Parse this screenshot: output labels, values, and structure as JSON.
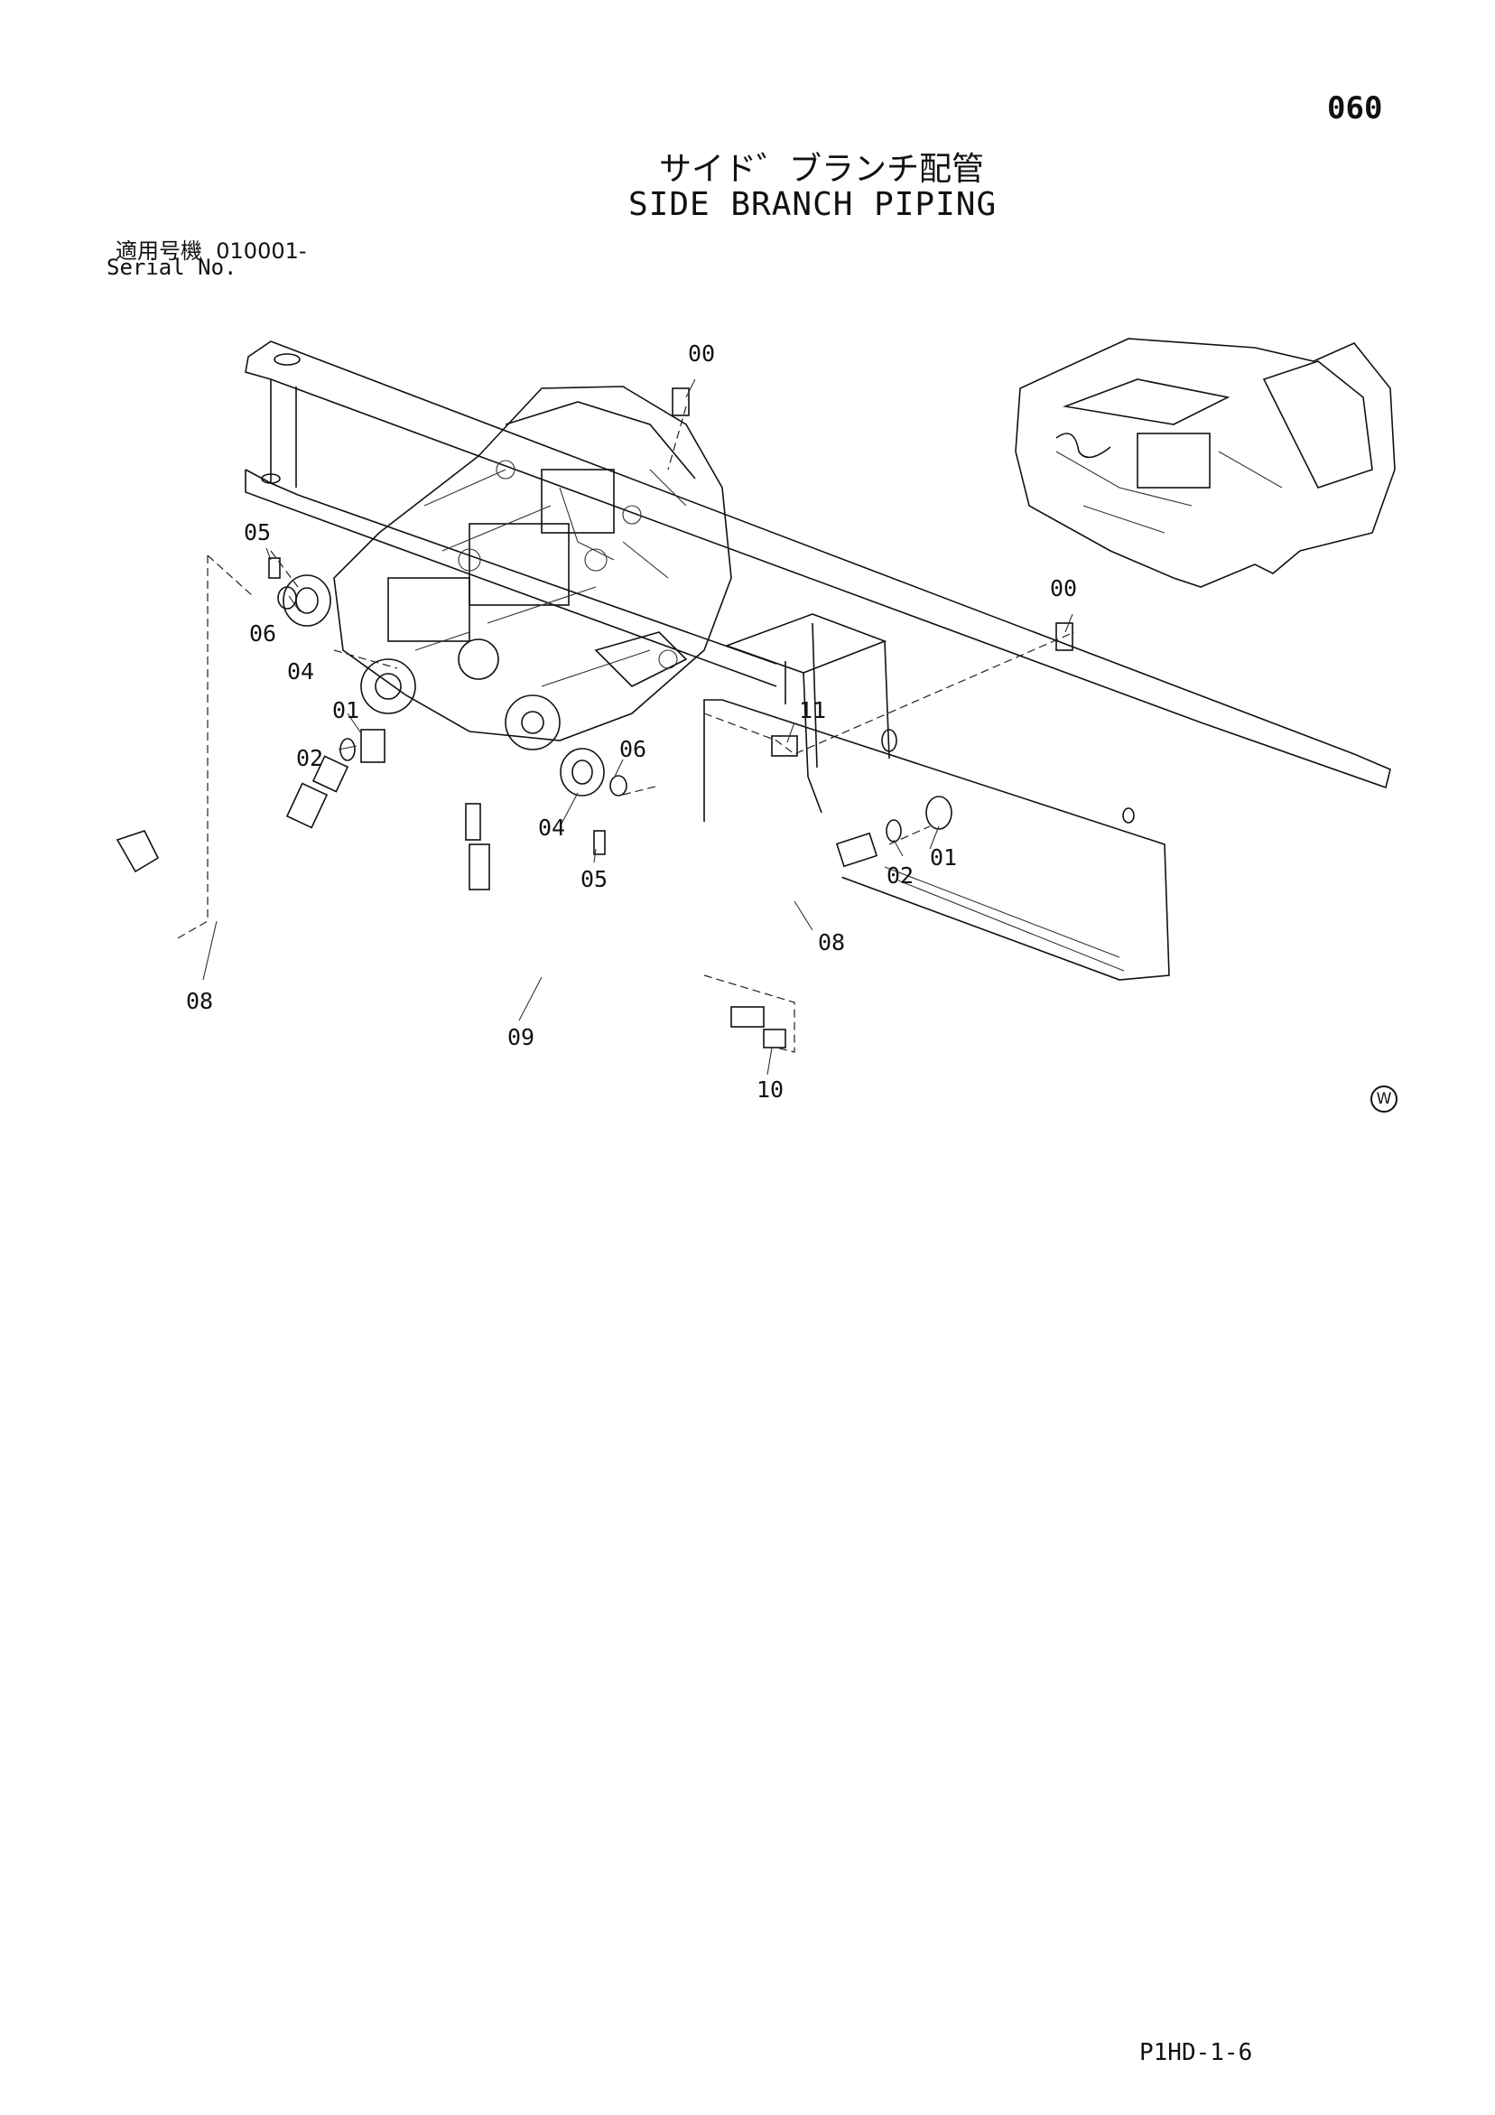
{
  "header": {
    "page_number": "060",
    "title_jp": "サイド゛ブランチ配管",
    "title_en": "SIDE BRANCH PIPING",
    "serial_label_jp": "適用号機",
    "serial_value": "010001-",
    "serial_label_en": "Serial No."
  },
  "diagram": {
    "callouts": [
      "00",
      "00",
      "05",
      "06",
      "04",
      "01",
      "02",
      "11",
      "06",
      "04",
      "05",
      "02",
      "01",
      "08",
      "08",
      "09",
      "10"
    ]
  },
  "footer": {
    "doc_code": "P1HD-1-6",
    "mark": "W"
  }
}
